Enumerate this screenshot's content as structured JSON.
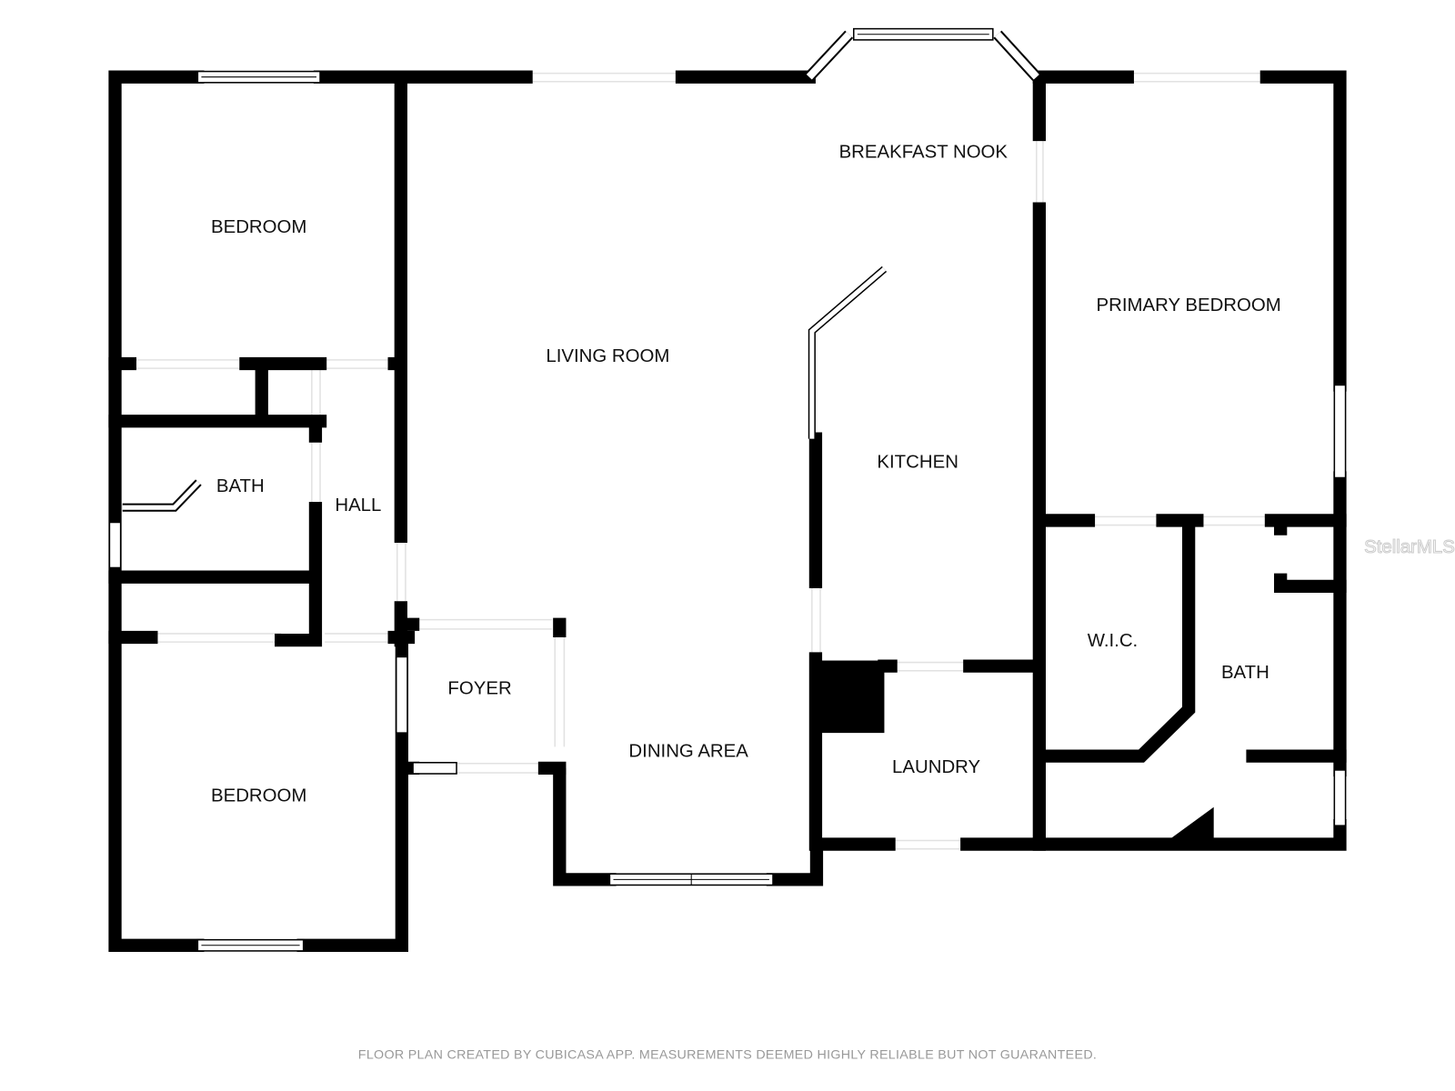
{
  "rooms": {
    "bedroom_1": "BEDROOM",
    "living_room": "LIVING ROOM",
    "breakfast_nook": "BREAKFAST NOOK",
    "primary_bedroom": "PRIMARY BEDROOM",
    "kitchen": "KITCHEN",
    "bath_1": "BATH",
    "hall": "HALL",
    "foyer": "FOYER",
    "dining_area": "DINING AREA",
    "bedroom_2": "BEDROOM",
    "laundry": "LAUNDRY",
    "wic": "W.I.C.",
    "bath_2": "BATH"
  },
  "footer": "FLOOR PLAN CREATED BY CUBICASA APP. MEASUREMENTS DEEMED HIGHLY RELIABLE BUT NOT GUARANTEED.",
  "watermark": "StellarMLS"
}
